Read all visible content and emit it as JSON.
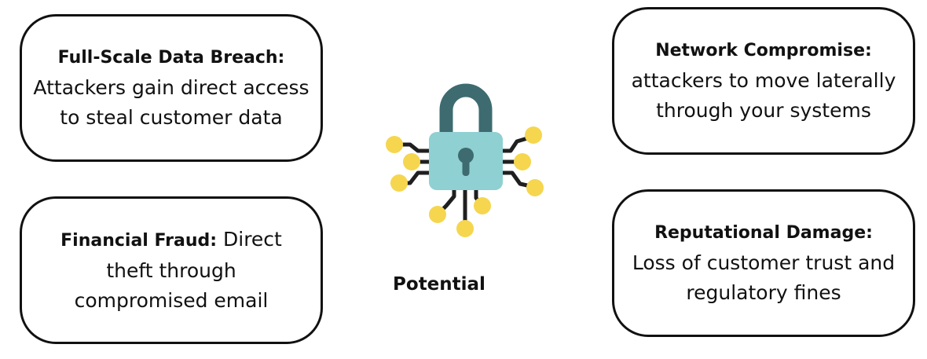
{
  "cards": {
    "top_left": {
      "title": "Full-Scale Data Breach:",
      "line1": "Attackers gain direct access",
      "line2": "to steal customer data"
    },
    "bottom_left": {
      "title": "Financial Fraud:",
      "line1_rest": "Direct",
      "line2": "theft through",
      "line3": "compromised email"
    },
    "top_right": {
      "title": "Network Compromise:",
      "line1": "attackers to move laterally",
      "line2": "through your systems"
    },
    "bottom_right": {
      "title": "Reputational Damage:",
      "line1": "Loss of customer trust and",
      "line2": "regulatory fines"
    }
  },
  "center": {
    "label": "Potential",
    "icon": "circuit-lock-icon"
  },
  "colors": {
    "lock_shackle": "#3d6b70",
    "lock_body": "#8fd0d2",
    "keyhole": "#3d6b70",
    "circuit_line": "#1f1f1f",
    "circuit_node": "#f5d64e",
    "border": "#111111"
  }
}
